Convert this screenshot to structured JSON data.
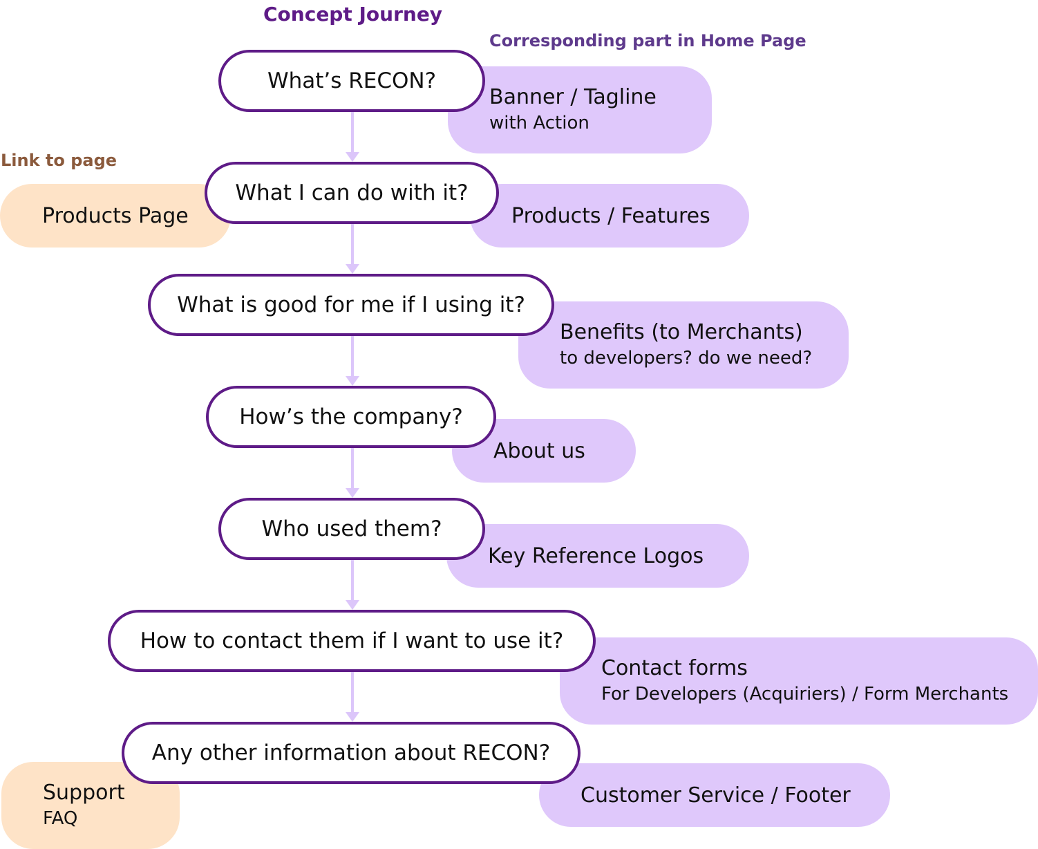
{
  "diagram": {
    "title": "Concept Journey",
    "corresponding_heading": "Corresponding part in Home Page",
    "link_heading": "Link to page",
    "steps": [
      {
        "question": "What’s RECON?",
        "home_part": "Banner / Tagline",
        "home_sub": "with Action"
      },
      {
        "question": "What I can do with it?",
        "home_part": "Products / Features",
        "link": "Products Page"
      },
      {
        "question": "What is good for me if I using it?",
        "home_part": "Benefits (to Merchants)",
        "home_sub": "to developers? do we need?"
      },
      {
        "question": "How’s the company?",
        "home_part": "About us"
      },
      {
        "question": "Who used them?",
        "home_part": "Key Reference Logos"
      },
      {
        "question": "How to contact them if I want to use it?",
        "home_part": "Contact forms",
        "home_sub": "For Developers (Acquiriers) / Form Merchants"
      },
      {
        "question": "Any other information about RECON?",
        "home_part": "Customer Service / Footer",
        "link": "Support",
        "link_sub": "FAQ"
      }
    ]
  },
  "colors": {
    "step_border": "#5E1B87",
    "home_part_fill": "#DFC8FB",
    "link_fill": "#FEE3C7",
    "connector": "#DCC6FA",
    "title": "#5E1B87",
    "corresponding_heading": "#5E3A8C",
    "link_heading": "#8B5A3C"
  }
}
